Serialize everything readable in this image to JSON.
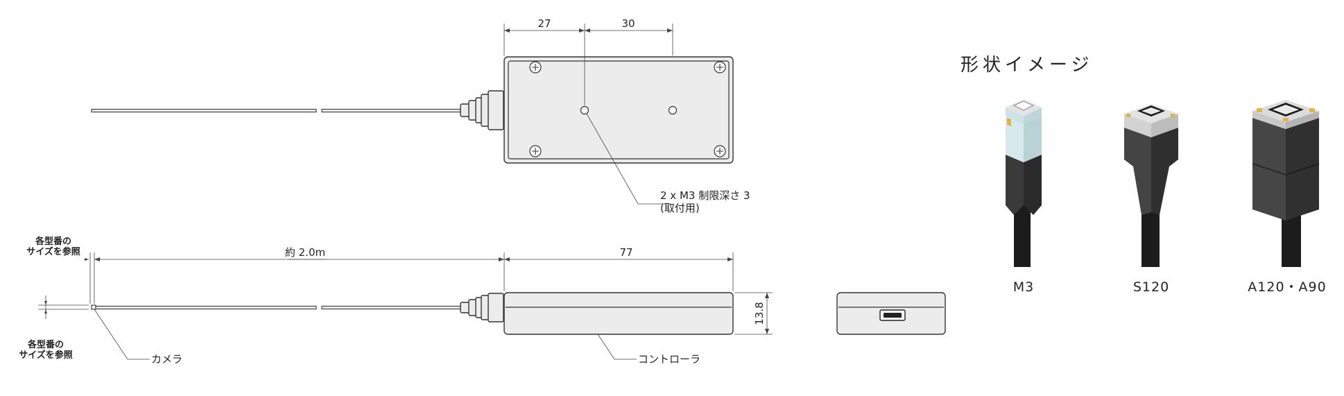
{
  "dimensions": {
    "top_left": "27",
    "top_right": "30",
    "length": "77",
    "cable_length": "約 2.0m",
    "height": "13.8"
  },
  "callouts": {
    "mount_line1": "2 x M3 制限深さ 3",
    "mount_line2": "(取付用)",
    "size_ref_top_line1": "各型番の",
    "size_ref_top_line2": "サイズを参照",
    "size_ref_bottom_line1": "各型番の",
    "size_ref_bottom_line2": "サイズを参照",
    "camera": "カメラ",
    "controller": "コントローラ"
  },
  "shape_image": {
    "title": "形状イメージ",
    "models": [
      {
        "label": "M3",
        "icon": "m3-camera-icon"
      },
      {
        "label": "S120",
        "icon": "s120-camera-icon"
      },
      {
        "label": "A120・A90",
        "icon": "a120-a90-camera-icon"
      }
    ]
  },
  "colors": {
    "line": "#333333",
    "body_fill": "#ececec",
    "camera_body": "#3d3d3d",
    "camera_side": "#2a2a2a",
    "cable": "#1c1c1c",
    "m3_sensor": "#cfe3e6"
  }
}
